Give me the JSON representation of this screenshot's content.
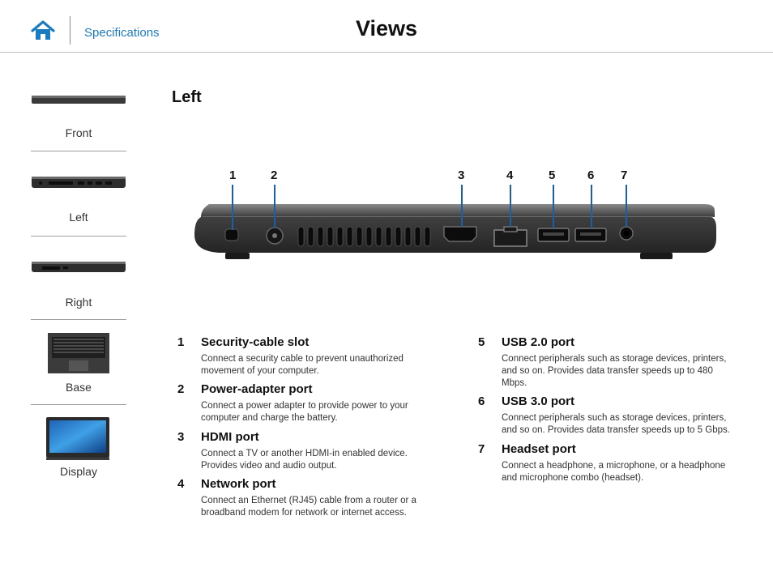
{
  "header": {
    "breadcrumb": "Specifications",
    "title": "Views"
  },
  "sidebar": {
    "items": [
      {
        "label": "Front"
      },
      {
        "label": "Left"
      },
      {
        "label": "Right"
      },
      {
        "label": "Base"
      },
      {
        "label": "Display"
      }
    ]
  },
  "main": {
    "section_title": "Left",
    "callouts": [
      "1",
      "2",
      "3",
      "4",
      "5",
      "6",
      "7"
    ],
    "features": [
      {
        "num": "1",
        "name": "Security-cable slot",
        "desc": "Connect a security cable to prevent unauthorized movement of your computer."
      },
      {
        "num": "2",
        "name": "Power-adapter port",
        "desc": "Connect a power adapter to provide power to your computer and charge the battery."
      },
      {
        "num": "3",
        "name": "HDMI port",
        "desc": "Connect a TV or another HDMI-in enabled device. Provides video and audio output."
      },
      {
        "num": "4",
        "name": "Network port",
        "desc": "Connect an Ethernet (RJ45) cable from a router or a broadband modem for network or internet access."
      },
      {
        "num": "5",
        "name": "USB 2.0 port",
        "desc": "Connect peripherals such as storage devices, printers, and so on. Provides data transfer speeds up to 480 Mbps."
      },
      {
        "num": "6",
        "name": "USB 3.0 port",
        "desc": "Connect peripherals such as storage devices, printers, and so on. Provides data transfer speeds up to 5 Gbps."
      },
      {
        "num": "7",
        "name": "Headset port",
        "desc": "Connect a headphone, a microphone, or a headphone and microphone combo (headset)."
      }
    ]
  },
  "colors": {
    "accent": "#1b7bc0",
    "callout_line": "#1b5fa8"
  },
  "icons": {
    "home": "home-icon"
  }
}
